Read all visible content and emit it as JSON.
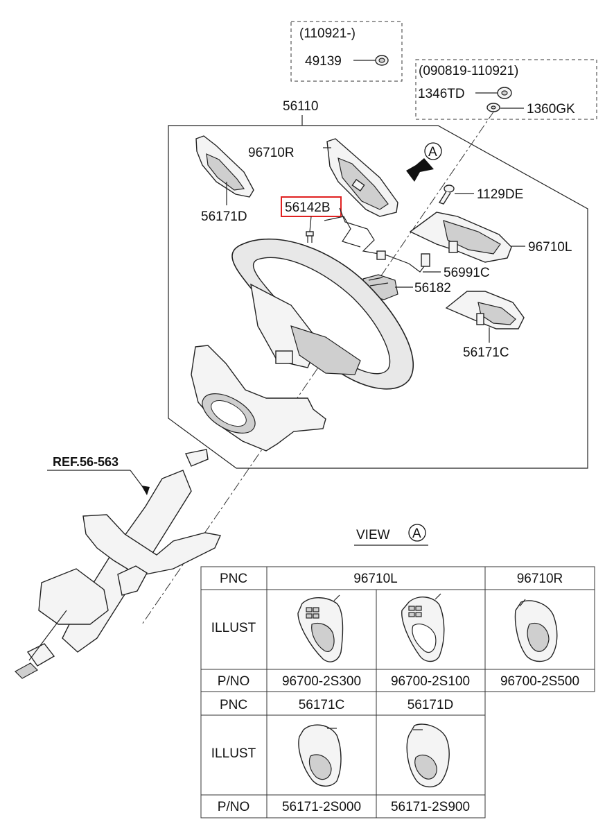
{
  "labels": {
    "dash_box_1_title": "(110921-)",
    "nut_49139": "49139",
    "dash_box_2_title": "(090819-110921)",
    "nut_1346TD": "1346TD",
    "nut_1360GK": "1360GK",
    "main_assembly": "56110",
    "switch_96710R": "96710R",
    "cover_56171D": "56171D",
    "screw_56142B": "56142B",
    "bolt_1129DE": "1129DE",
    "view_marker": "A",
    "switch_96710L": "96710L",
    "harness_56991C": "56991C",
    "connector_56182": "56182",
    "cover_56171C": "56171C",
    "ref": "REF.56-563",
    "view_title": "VIEW",
    "view_title_marker": "A"
  },
  "table_top": {
    "pnc_header": "PNC",
    "illust_header": "ILLUST",
    "pno_header": "P/NO",
    "groups": [
      "96710L",
      "96710R"
    ],
    "part_numbers": [
      "96700-2S300",
      "96700-2S100",
      "96700-2S500"
    ]
  },
  "table_bottom": {
    "pnc_header": "PNC",
    "illust_header": "ILLUST",
    "pno_header": "P/NO",
    "groups": [
      "56171C",
      "56171D"
    ],
    "part_numbers": [
      "56171-2S000",
      "56171-2S900"
    ]
  },
  "colors": {
    "line": "#222222",
    "highlight_box": "#e02020",
    "background": "#ffffff"
  }
}
